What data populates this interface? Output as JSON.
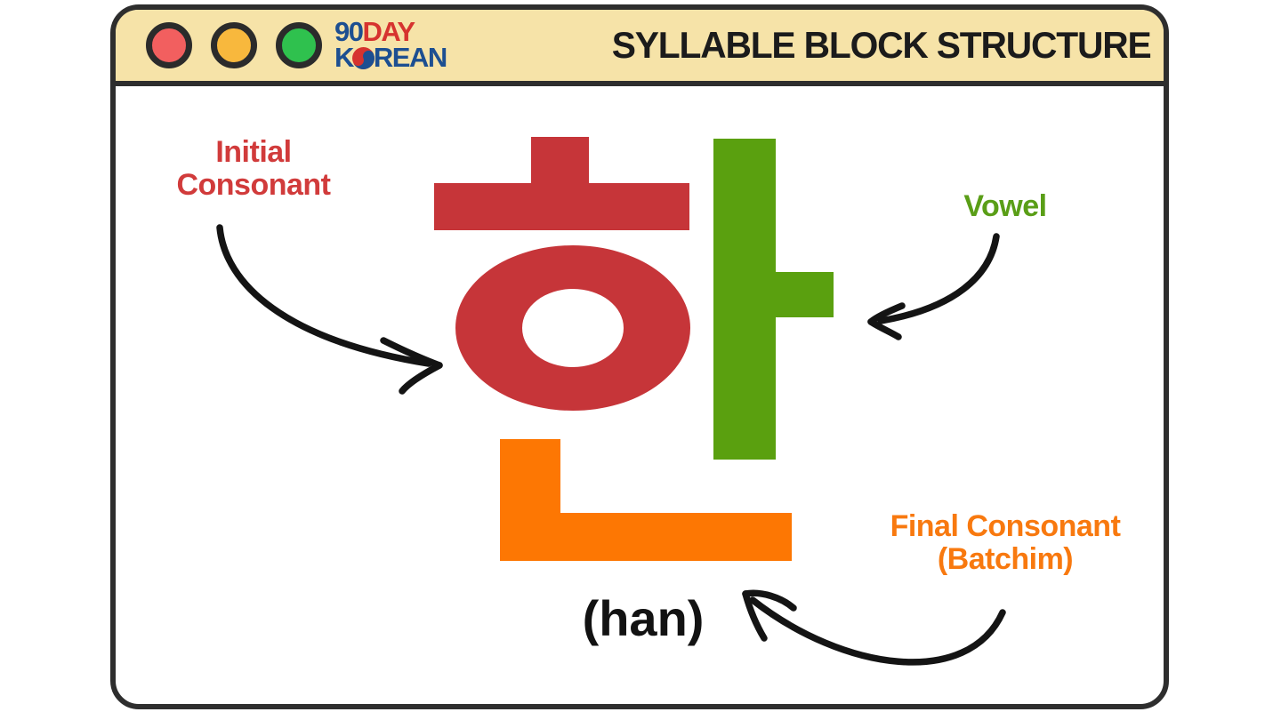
{
  "window": {
    "title": "SYLLABLE BLOCK STRUCTURE",
    "traffic_lights": [
      {
        "name": "close",
        "color": "#f25f5f"
      },
      {
        "name": "minimize",
        "color": "#f8b83d"
      },
      {
        "name": "maximize",
        "color": "#2fc14e"
      }
    ],
    "logo": {
      "number": "90",
      "day": "DAY",
      "k": "K",
      "rean": "REAN",
      "blue": "#1d4f91",
      "red": "#d6332f"
    }
  },
  "diagram": {
    "syllable": "한",
    "romanization": "(han)",
    "components": [
      {
        "role": "initial-consonant",
        "jamo": "ㅎ",
        "color": "#c63539"
      },
      {
        "role": "vowel",
        "jamo": "ㅏ",
        "color": "#5aa00f"
      },
      {
        "role": "final-consonant",
        "jamo": "ㄴ",
        "color": "#fd7703"
      }
    ],
    "labels": {
      "initial_line1": "Initial",
      "initial_line2": "Consonant",
      "initial_color": "#d13b3b",
      "vowel": "Vowel",
      "vowel_color": "#5a9e17",
      "final_line1": "Final Consonant",
      "final_line2": "(Batchim)",
      "final_color": "#f8790f"
    },
    "arrow_color": "#141414"
  },
  "colors": {
    "window_border": "#2e2e2e",
    "titlebar_bg": "#f6e3a8",
    "title_text": "#1b1b1b",
    "content_bg": "#ffffff"
  }
}
